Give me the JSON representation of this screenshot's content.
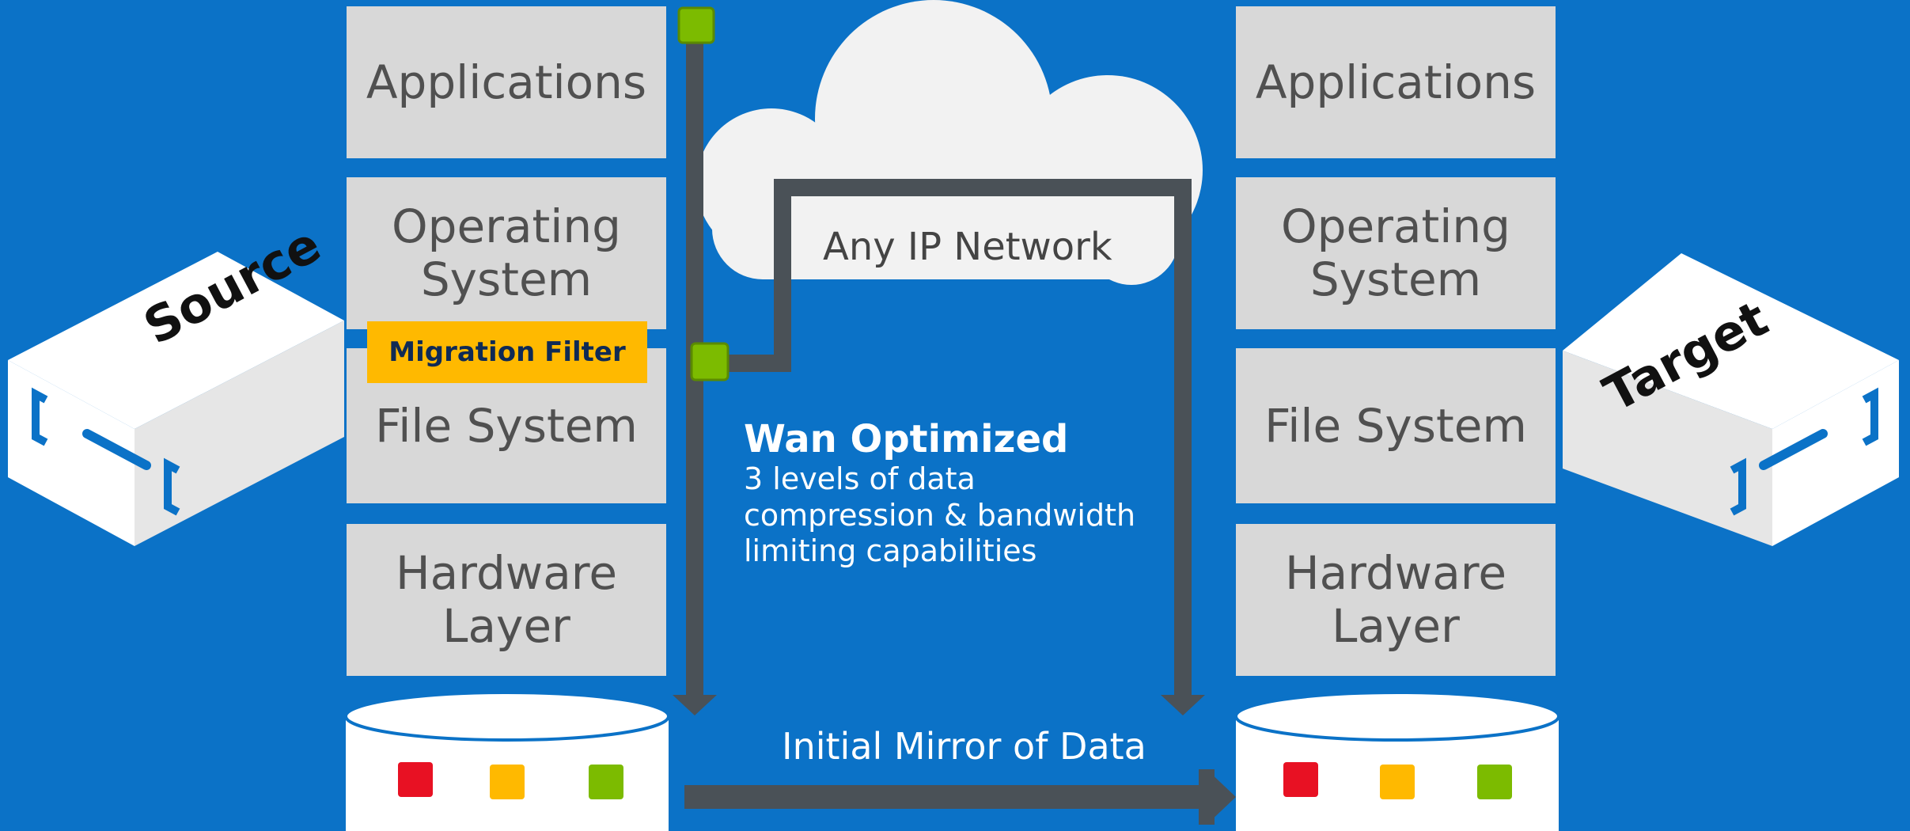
{
  "source": {
    "label": "Source",
    "layers": [
      "Applications",
      "Operating\nSystem",
      "File System",
      "Hardware\nLayer"
    ]
  },
  "target": {
    "label": "Target",
    "layers": [
      "Applications",
      "Operating\nSystem",
      "File System",
      "Hardware\nLayer"
    ]
  },
  "migration_filter": "Migration Filter",
  "network": {
    "label": "Any IP Network"
  },
  "wan": {
    "title": "Wan Optimized",
    "description": "3 levels of data\ncompression & bandwidth\nlimiting capabilities"
  },
  "mirror_label": "Initial Mirror of Data",
  "colors": {
    "background": "#0b72c7",
    "layer": "#d8d8d8",
    "filter": "#ffb900",
    "connector": "#4a5157",
    "node": "#7cbb00",
    "disk_red": "#e81123",
    "disk_yellow": "#ffb900",
    "disk_green": "#7cbb00"
  }
}
